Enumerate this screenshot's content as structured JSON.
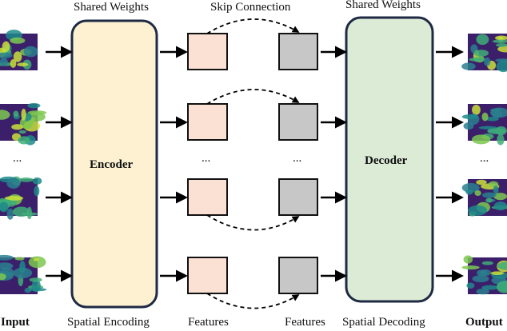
{
  "labels": {
    "shared_weights_left": "Shared Weights",
    "skip_connection": "Skip Connection",
    "shared_weights_right": "Shared Weights",
    "encoder": "Encoder",
    "decoder": "Decoder",
    "input": "Input",
    "output": "Output",
    "spatial_encoding": "Spatial Encoding",
    "features_left": "Features",
    "features_right": "Features",
    "spatial_decoding": "Spatial Decoding",
    "ellipsis": "..."
  },
  "colors": {
    "encoder_fill": "#fdf1d2",
    "decoder_fill": "#dcebd6",
    "block_border": "#1e2a44",
    "feature_left_fill": "#fbe1d4",
    "feature_right_fill": "#c7c7c7",
    "arrow": "#000000",
    "heatmap_low": "#3b1f6b",
    "heatmap_mid": "#1f8a8a",
    "heatmap_high": "#c9e03a"
  }
}
